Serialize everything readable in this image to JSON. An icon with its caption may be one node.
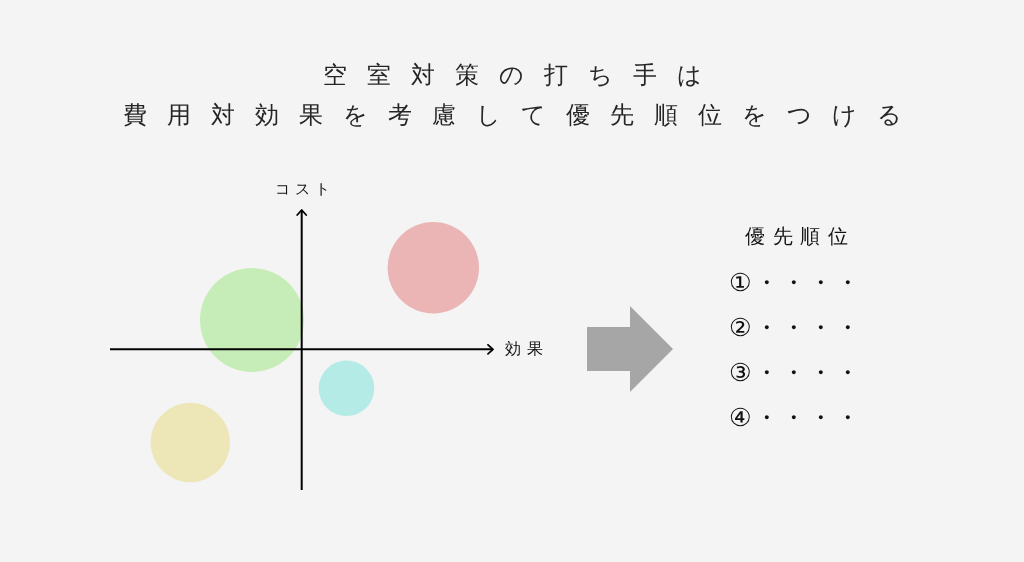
{
  "diagram": {
    "title": "空室対策の打ち手は費用対効果を考慮して優先順位をつける",
    "nodes": [
      {
        "text": [
          "コスト",
          "効果"
        ]
      },
      {
        "text": [
          "優先順位",
          "①・・・・",
          "②・・・・",
          "③・・・・",
          "④・・・・"
        ]
      }
    ],
    "edges": [
      {
        "from": 0,
        "to": 1,
        "arrow": "to",
        "style": "thick"
      }
    ]
  }
}
